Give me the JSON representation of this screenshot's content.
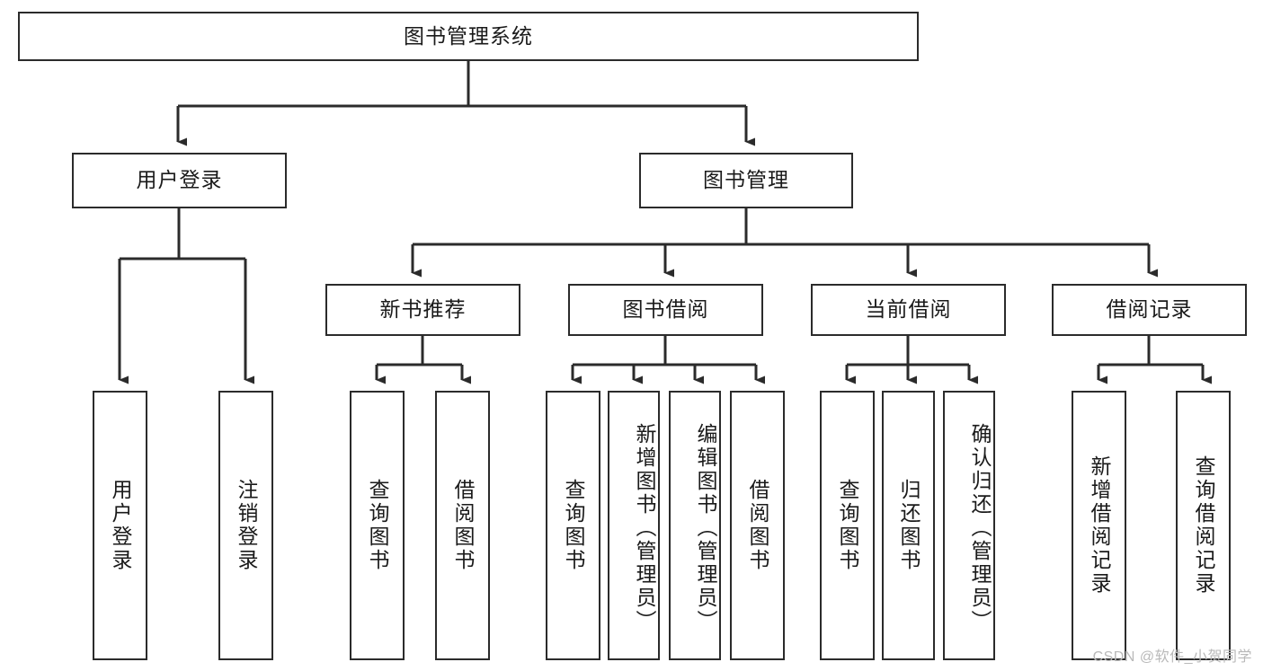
{
  "diagram": {
    "title": "图书管理系统",
    "type": "tree",
    "root": {
      "label": "图书管理系统"
    },
    "level2": [
      {
        "label": "用户登录"
      },
      {
        "label": "图书管理"
      }
    ],
    "level3": [
      {
        "label": "新书推荐"
      },
      {
        "label": "图书借阅"
      },
      {
        "label": "当前借阅"
      },
      {
        "label": "借阅记录"
      }
    ],
    "leaves": {
      "user_login": [
        {
          "label": "用户登录"
        },
        {
          "label": "注销登录"
        }
      ],
      "new_book": [
        {
          "label": "查询图书"
        },
        {
          "label": "借阅图书"
        }
      ],
      "borrow_book": [
        {
          "label": "查询图书"
        },
        {
          "label": "新增图书（管理员）"
        },
        {
          "label": "编辑图书（管理员）"
        },
        {
          "label": "借阅图书"
        }
      ],
      "current_borrow": [
        {
          "label": "查询图书"
        },
        {
          "label": "归还图书"
        },
        {
          "label": "确认归还（管理员）"
        }
      ],
      "borrow_record": [
        {
          "label": "新增借阅记录"
        },
        {
          "label": "查询借阅记录"
        }
      ]
    }
  },
  "watermark": {
    "text": "CSDN @软件_小贺同学"
  },
  "colors": {
    "border": "#2b2b2b",
    "text": "#1a1a1a",
    "background": "#ffffff",
    "watermark": "#b9b9b9"
  }
}
